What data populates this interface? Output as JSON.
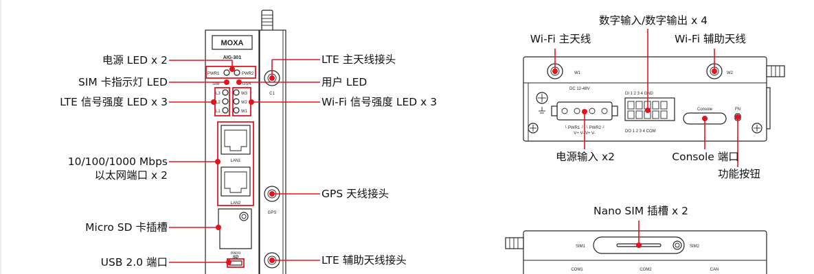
{
  "left_device": {
    "brand": "MOXA",
    "model": "AIG-301",
    "silk": {
      "pwr1": "PWR1",
      "pwr2": "PWR2",
      "sim": "SIM",
      "usr": "USR",
      "l3": "L3",
      "l2": "L2",
      "l1": "L1",
      "w3": "W3",
      "w2": "W2",
      "w1": "W1",
      "lan1": "LAN1",
      "lan2": "LAN2",
      "c1": "C1",
      "gps": "GPS",
      "micro": "micro",
      "sd": "SD"
    },
    "labels": {
      "power_led": "电源 LED x 2",
      "sim_led": "SIM 卡指示灯 LED",
      "lte_led": "LTE 信号强度 LED x 3",
      "ethernet_line1": "10/100/1000 Mbps",
      "ethernet_line2": "以太网端口 x 2",
      "microsd": "Micro SD 卡插槽",
      "usb": "USB 2.0 端口",
      "lte_main": "LTE 主天线接头",
      "user_led": "用户 LED",
      "wifi_led": "Wi-Fi 信号强度 LED x 3",
      "gps": "GPS 天线接头",
      "lte_aux": "LTE 辅助天线接头"
    }
  },
  "top_device": {
    "silk": {
      "w1": "W1",
      "w2": "W2",
      "dc": "DC 12-48V",
      "di_row": "DI  1  2  3  4  GND",
      "do_row": "DO  1  2  3  4  COM",
      "console": "Console",
      "fn": "FN",
      "pwr_row": "└ PWR1 ┘ └ PWR2 ┘",
      "v_row": "V+   V-   V+   V-"
    },
    "labels": {
      "digital_io": "数字输入/数字输出 x 4",
      "wifi_main": "Wi-Fi 主天线",
      "wifi_aux": "Wi-Fi 辅助天线",
      "power_input": "电源输入 x2",
      "console_port": "Console 端口",
      "function_button": "功能按钮"
    }
  },
  "bottom_device": {
    "silk": {
      "sim1": "SIM1",
      "sim2": "SIM2",
      "com1": "COM1",
      "com2": "COM2",
      "can": "CAN"
    },
    "labels": {
      "nano_sim": "Nano SIM 插槽 x 2"
    }
  },
  "colors": {
    "accent_red": "#e5131e",
    "line": "#222222"
  }
}
